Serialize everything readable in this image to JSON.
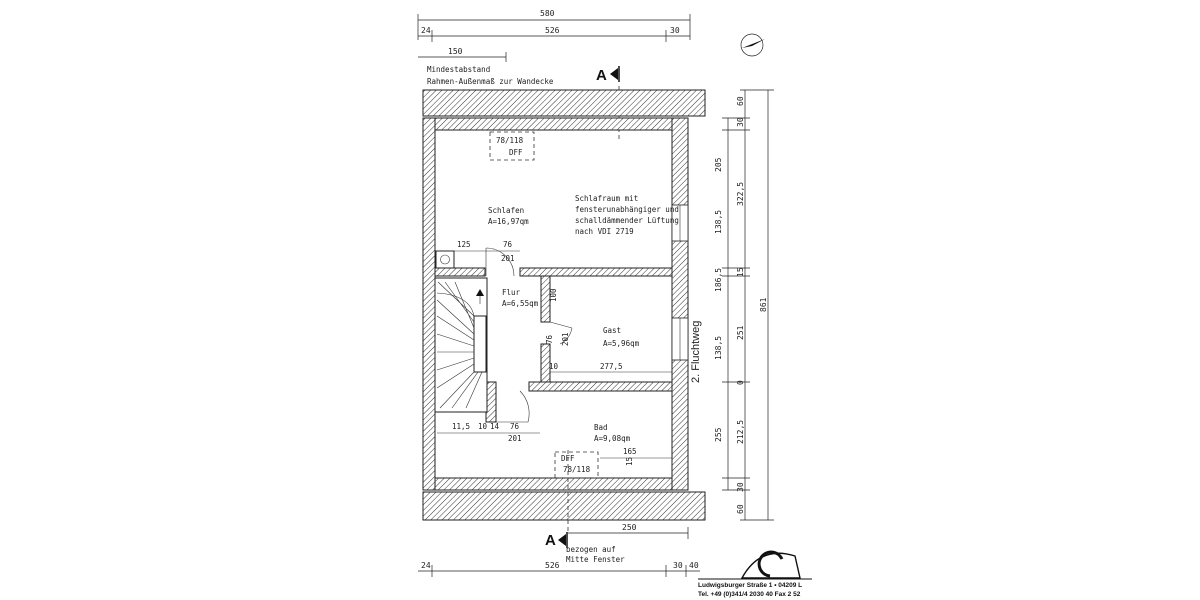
{
  "top_dims": {
    "d580": "580",
    "d24": "24",
    "d526": "526",
    "d30": "30",
    "d150": "150"
  },
  "notes": {
    "mindestabstand": "Mindestabstand",
    "rahmen": "Rahmen-Außenmaß zur Wandecke"
  },
  "section_marker": "A",
  "rooms": {
    "schlafen": {
      "name": "Schlafen",
      "area": "A=16,97qm"
    },
    "flur": {
      "name": "Flur",
      "area": "A=6,55qm"
    },
    "gast": {
      "name": "Gast",
      "area": "A=5,96qm"
    },
    "bad": {
      "name": "Bad",
      "area": "A=9,08qm"
    }
  },
  "window_tag": {
    "size": "78/118",
    "type": "DFF"
  },
  "ventilation_note": [
    "Schlafraum mit",
    "fensterunabhängiger und",
    "schalldämmender Lüftung",
    "nach VDI 2719"
  ],
  "inner_dims": {
    "d125": "125",
    "d76a": "76",
    "d201a": "201",
    "d100": "100",
    "d76b": "76",
    "d201v": "201",
    "d10a": "10",
    "d2775": "277,5",
    "d115": "11,5",
    "d10b": "10",
    "d14": "14",
    "d76c": "76",
    "d201b": "201",
    "d165": "165",
    "d15": "15"
  },
  "escape_route": "2. Fluchtweg",
  "right_dims": {
    "d60a": "60",
    "d30a": "30",
    "d205": "205",
    "d1385a": "138,5",
    "d3225": "322,5",
    "d1865": "186,5",
    "d15": "15",
    "d251": "251",
    "d1385b": "138,5",
    "d0": "0",
    "d255": "255",
    "d2125": "212,5",
    "d30b": "30",
    "d60b": "60",
    "d861": "861"
  },
  "bottom_dims": {
    "d250": "250",
    "bezogen": "bezogen auf",
    "mitte": "Mitte Fenster",
    "d24": "24",
    "d526": "526",
    "d30": "30",
    "d40": "40"
  },
  "firm": {
    "address": "Ludwigsburger Straße 1 • 04209 L",
    "contact": "Tel. +49 (0)341/4 2030 40  Fax 2 52"
  }
}
